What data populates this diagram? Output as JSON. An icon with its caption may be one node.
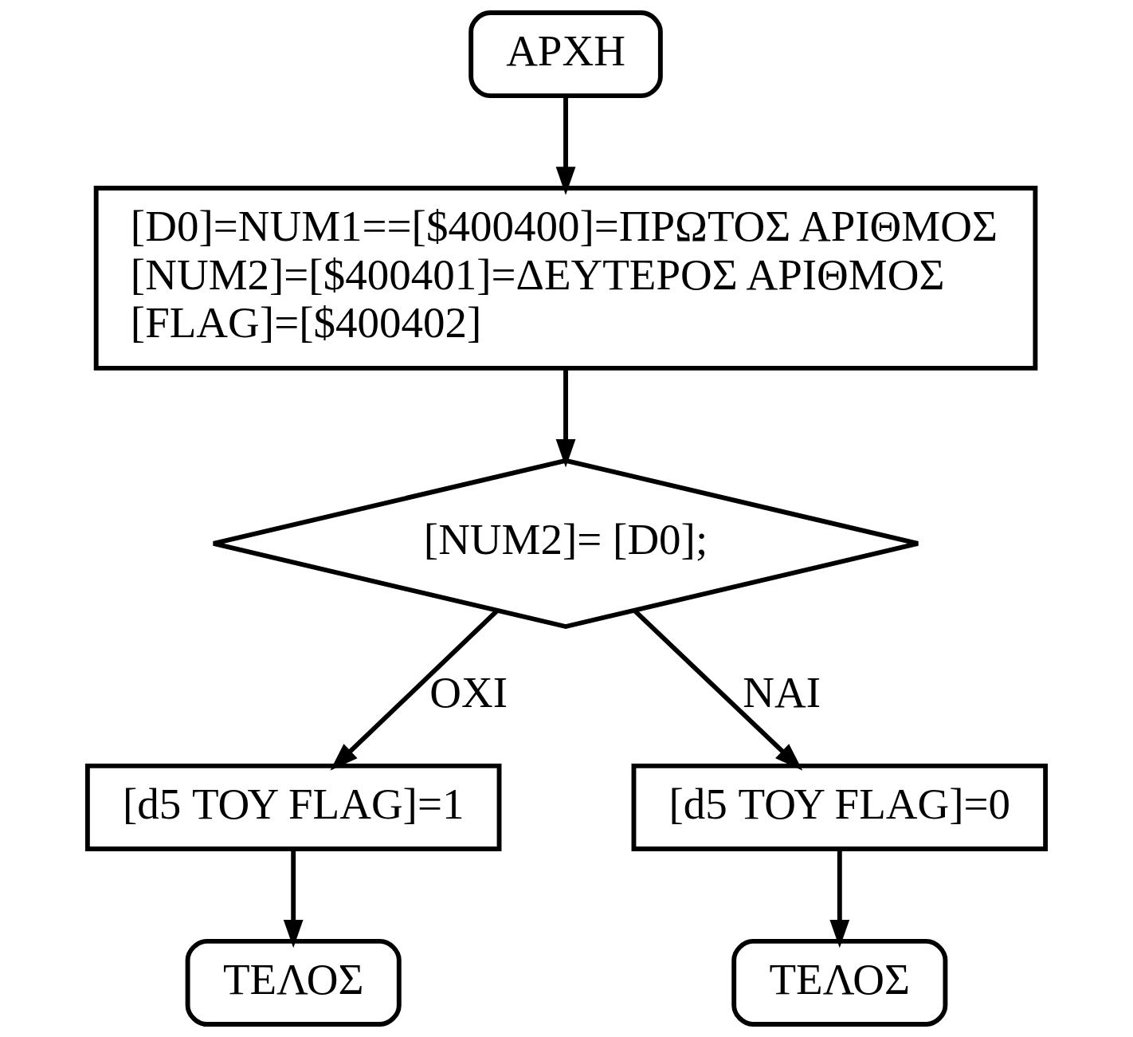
{
  "diagram": {
    "nodes": [
      {
        "text": [
          "ΑΡΧΗ"
        ]
      },
      {
        "text": [
          "[D0]=NUM1==[$400400]=ΠΡΩΤΟΣ ΑΡΙΘΜΟΣ",
          "[NUM2]=[$400401]=ΔΕΥΤΕΡΟΣ ΑΡΙΘΜΟΣ",
          "[FLAG]=[$400402]"
        ]
      },
      {
        "text": [
          "[NUM2]= [D0];"
        ]
      },
      {
        "text": [
          "[d5 ΤΟΥ FLAG]=1"
        ]
      },
      {
        "text": [
          "[d5 ΤΟΥ FLAG]=0"
        ]
      },
      {
        "text": [
          "ΤΕΛΟΣ"
        ]
      },
      {
        "text": [
          "ΤΕΛΟΣ"
        ]
      }
    ],
    "edges": [
      {
        "from": 0,
        "to": 1,
        "arrow": "to"
      },
      {
        "from": 1,
        "to": 2,
        "arrow": "to"
      },
      {
        "from": 2,
        "to": 3,
        "arrow": "to",
        "label": "ΟΧΙ"
      },
      {
        "from": 2,
        "to": 4,
        "arrow": "to",
        "label": "ΝΑΙ"
      },
      {
        "from": 3,
        "to": 5,
        "arrow": "to"
      },
      {
        "from": 4,
        "to": 6,
        "arrow": "to"
      }
    ]
  }
}
